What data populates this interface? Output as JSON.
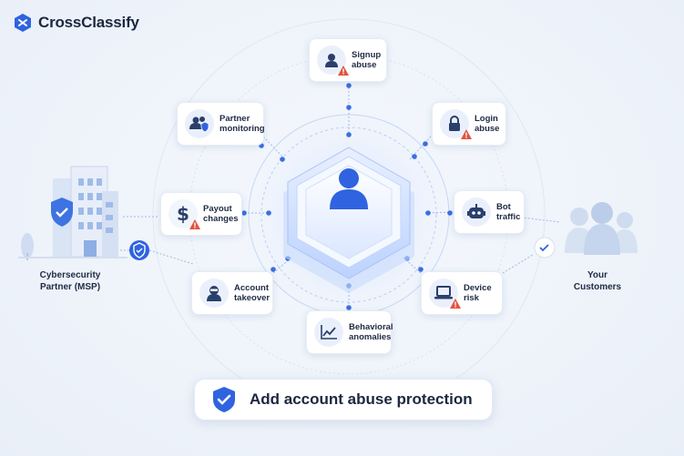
{
  "brand": {
    "name": "CrossClassify",
    "logo_icon": "crossclassify-logo-icon"
  },
  "partner": {
    "line1": "Cybersecurity",
    "line2": "Partner (MSP)",
    "icon": "building-shield-icon"
  },
  "customers": {
    "line1": "Your",
    "line2": "Customers",
    "icon": "people-group-icon"
  },
  "threats": [
    {
      "id": "signup",
      "line1": "Signup",
      "line2": "abuse",
      "icon": "user-warning-icon"
    },
    {
      "id": "login",
      "line1": "Login",
      "line2": "abuse",
      "icon": "lock-warning-icon"
    },
    {
      "id": "bot",
      "line1": "Bot",
      "line2": "traffic",
      "icon": "robot-icon"
    },
    {
      "id": "device",
      "line1": "Device",
      "line2": "risk",
      "icon": "laptop-warning-icon"
    },
    {
      "id": "behavioral",
      "line1": "Behavioral",
      "line2": "anomalies",
      "icon": "chart-line-icon"
    },
    {
      "id": "takeover",
      "line1": "Account",
      "line2": "takeover",
      "icon": "hacker-icon"
    },
    {
      "id": "payout",
      "line1": "Payout",
      "line2": "changes",
      "icon": "dollar-warning-icon"
    },
    {
      "id": "partner-monitoring",
      "line1": "Partner",
      "line2": "monitoring",
      "icon": "users-shield-icon"
    }
  ],
  "cta": {
    "label": "Add account abuse protection",
    "icon": "shield-check-icon"
  },
  "colors": {
    "accent": "#2f63e0",
    "warning": "#e2533e",
    "text": "#1c2740"
  }
}
